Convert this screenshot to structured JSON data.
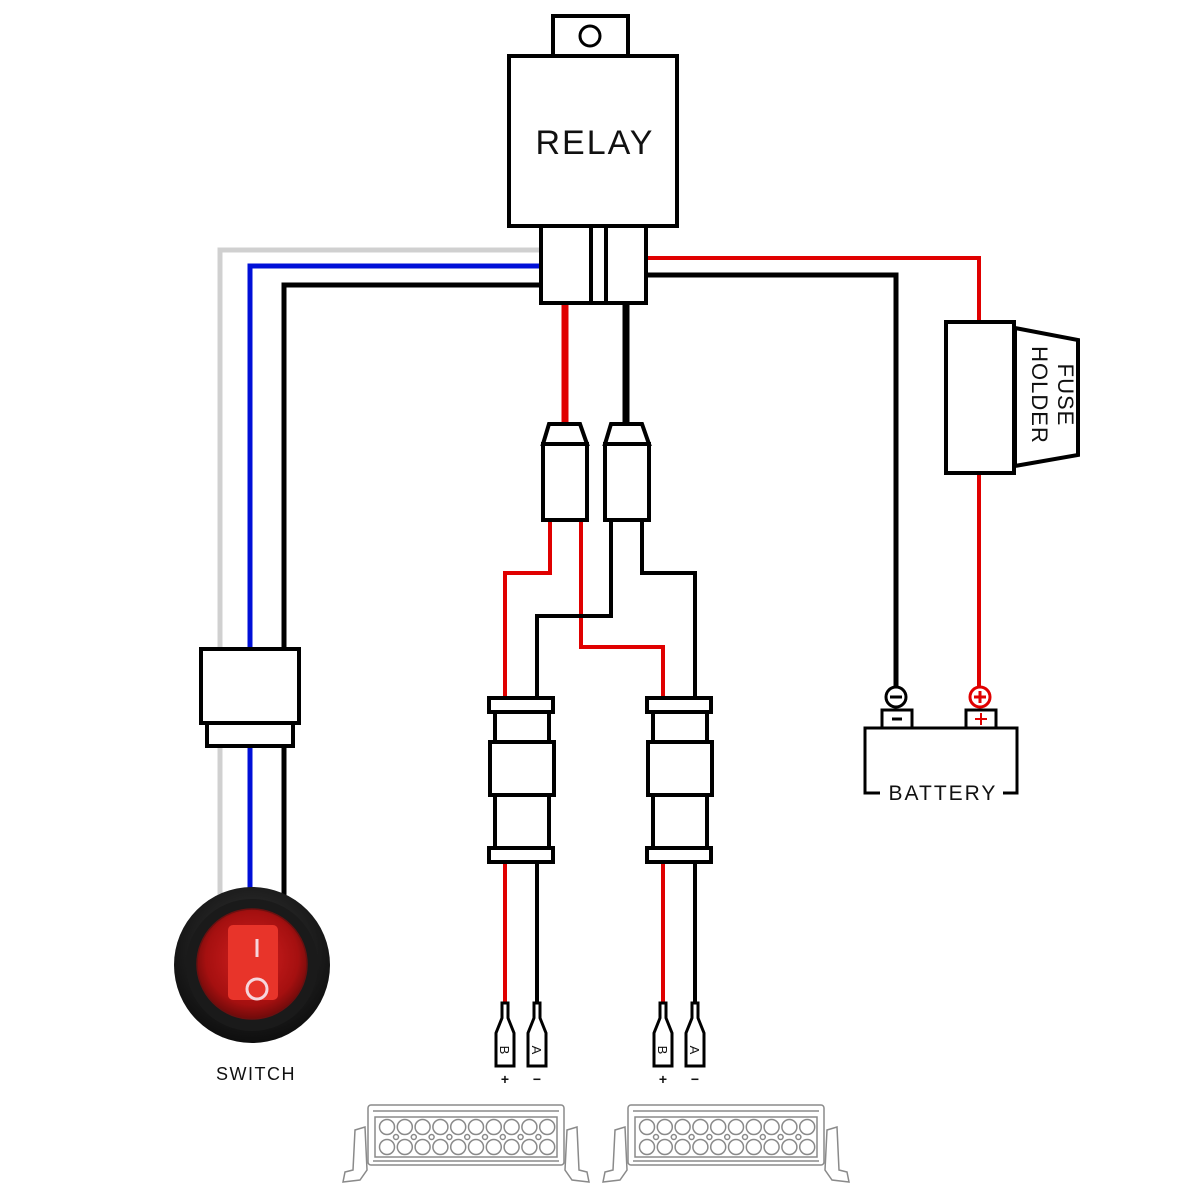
{
  "diagram": {
    "type": "wiring-diagram",
    "components": {
      "relay": {
        "label": "RELAY"
      },
      "fuse_holder": {
        "label_line1": "FUSE",
        "label_line2": "HOLDER"
      },
      "battery": {
        "label": "BATTERY",
        "negative_symbol": "−",
        "positive_symbol": "+"
      },
      "switch": {
        "label": "SWITCH",
        "on_symbol": "I",
        "off_symbol": "O"
      },
      "terminals": [
        {
          "id": "lightbar-1",
          "b_label": "B",
          "a_label": "A",
          "b_sign": "+",
          "a_sign": "−"
        },
        {
          "id": "lightbar-2",
          "b_label": "B",
          "a_label": "A",
          "b_sign": "+",
          "a_sign": "−"
        }
      ],
      "light_bars": [
        {
          "id": "lightbar-1",
          "led_rows": 2,
          "leds_per_row": 10
        },
        {
          "id": "lightbar-2",
          "led_rows": 2,
          "leds_per_row": 10
        }
      ]
    },
    "colors": {
      "red_wire": "#e00000",
      "black_wire": "#000000",
      "blue_wire": "#0010d8",
      "gray_wire": "#d0d0d0",
      "switch_red": "#c81414",
      "switch_bezel": "#1a1a1a",
      "lightbar_stroke": "#8a8a8a"
    }
  }
}
